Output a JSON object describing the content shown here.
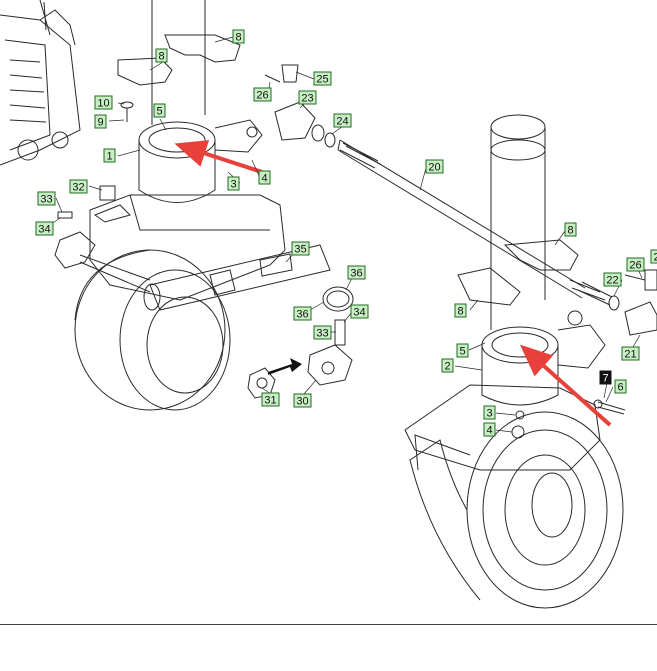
{
  "diagram": {
    "callouts": [
      {
        "id": "c1",
        "label": "1"
      },
      {
        "id": "c3a",
        "label": "3"
      },
      {
        "id": "c4a",
        "label": "4"
      },
      {
        "id": "c5a",
        "label": "5"
      },
      {
        "id": "c8a",
        "label": "8"
      },
      {
        "id": "c8b",
        "label": "8"
      },
      {
        "id": "c9",
        "label": "9"
      },
      {
        "id": "c10",
        "label": "10"
      },
      {
        "id": "c20",
        "label": "20"
      },
      {
        "id": "c23",
        "label": "23"
      },
      {
        "id": "c24",
        "label": "24"
      },
      {
        "id": "c25",
        "label": "25"
      },
      {
        "id": "c26a",
        "label": "26"
      },
      {
        "id": "c32",
        "label": "32"
      },
      {
        "id": "c33a",
        "label": "33"
      },
      {
        "id": "c34a",
        "label": "34"
      },
      {
        "id": "c35",
        "label": "35"
      },
      {
        "id": "c36a",
        "label": "36"
      },
      {
        "id": "c36b",
        "label": "36"
      },
      {
        "id": "c34b",
        "label": "34"
      },
      {
        "id": "c33b",
        "label": "33"
      },
      {
        "id": "c31",
        "label": "31"
      },
      {
        "id": "c30",
        "label": "30"
      },
      {
        "id": "c8c",
        "label": "8"
      },
      {
        "id": "c8d",
        "label": "8"
      },
      {
        "id": "c22",
        "label": "22"
      },
      {
        "id": "c26b",
        "label": "26"
      },
      {
        "id": "c2r",
        "label": "2"
      },
      {
        "id": "c21",
        "label": "21"
      },
      {
        "id": "c5b",
        "label": "5"
      },
      {
        "id": "c2",
        "label": "2"
      },
      {
        "id": "c7",
        "label": "7",
        "inverted": true
      },
      {
        "id": "c6",
        "label": "6"
      },
      {
        "id": "c3b",
        "label": "3"
      },
      {
        "id": "c4b",
        "label": "4"
      }
    ],
    "highlight_color": "#e8403a",
    "callout_fill": "#c8efc4",
    "callout_stroke": "#1f6b1f",
    "line_color": "#2a2a2a"
  }
}
